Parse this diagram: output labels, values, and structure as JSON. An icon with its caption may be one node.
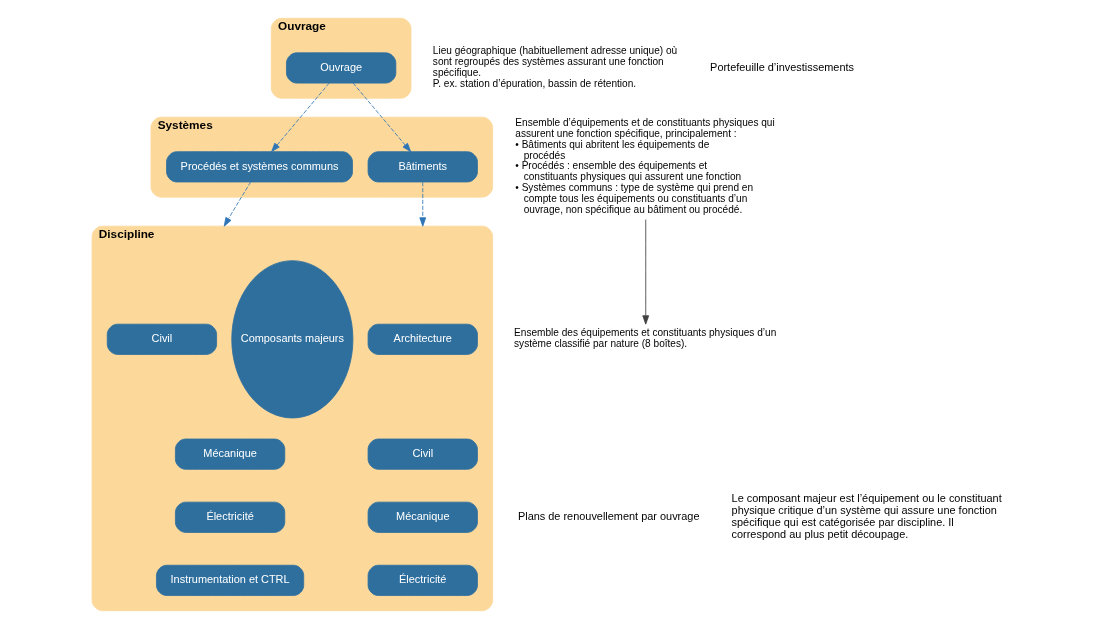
{
  "diagram": {
    "nodes": [
      {
        "text": [
          "Ouvrage"
        ]
      },
      {
        "text": [
          "Ouvrage"
        ],
        "in": 0
      },
      {
        "text": [
          "Systèmes"
        ]
      },
      {
        "text": [
          "Bâtiments"
        ],
        "in": 2
      },
      {
        "text": [
          "Procédés et systèmes communs"
        ],
        "in": 2
      },
      {
        "text": [
          "Discipline"
        ]
      },
      {
        "text": [
          "Architecture"
        ],
        "in": 5
      },
      {
        "text": [
          "Civil"
        ],
        "in": 5
      },
      {
        "text": [
          "Mécanique"
        ],
        "in": 5
      },
      {
        "text": [
          "Électricité"
        ],
        "in": 5
      },
      {
        "text": [
          "Composants majeurs"
        ],
        "in": 5
      },
      {
        "text": [
          "Civil"
        ],
        "in": 5
      },
      {
        "text": [
          "Mécanique"
        ],
        "in": 5
      },
      {
        "text": [
          "Électricité"
        ],
        "in": 5
      },
      {
        "text": [
          "Instrumentation et CTRL"
        ],
        "in": 5
      },
      {
        "text": [
          "Lieu géographique (habituellement adresse unique) où sont regroupés des systèmes assurant une fonction spécifique.",
          "P. ex. station d’épuration, bassin de rétention."
        ]
      },
      {
        "text": [
          "Ensemble d’équipements et de constituants physiques qui assurent une fonction spécifique, principalement :",
          "• Bâtiments qui abritent les équipements de procédés",
          "• Procédés : ensemble des équipements et constituants physiques qui assurent une fonction",
          "• Systèmes communs : type de système qui prend en compte tous les équipements ou constituants d’un ouvrage, non spécifique au bâtiment ou procédé."
        ]
      },
      {
        "text": [
          "Ensemble des équipements et constituants physiques d’un système classifié par nature (8 boîtes)."
        ]
      }
    ],
    "edges": [
      {
        "from": 1,
        "to": 3,
        "arrow": "to",
        "style": "dashed"
      },
      {
        "from": 1,
        "to": 4,
        "arrow": "to",
        "style": "dashed"
      },
      {
        "from": 3,
        "to": 5,
        "arrow": "to",
        "style": "dashed"
      },
      {
        "from": 4,
        "to": 5,
        "arrow": "to",
        "style": "dashed"
      },
      {
        "from": 16,
        "to": 17,
        "arrow": "to",
        "color": "#404040"
      }
    ],
    "labels": [
      "Portefeuille d’investissements",
      "Plans de renouvellement par ouvrage",
      "Le composant majeur est l’équipement ou le constituant physique critique d’un système qui assure une fonction spécifique qui est catégorisée par discipline. Il correspond au plus petit découpage."
    ]
  }
}
